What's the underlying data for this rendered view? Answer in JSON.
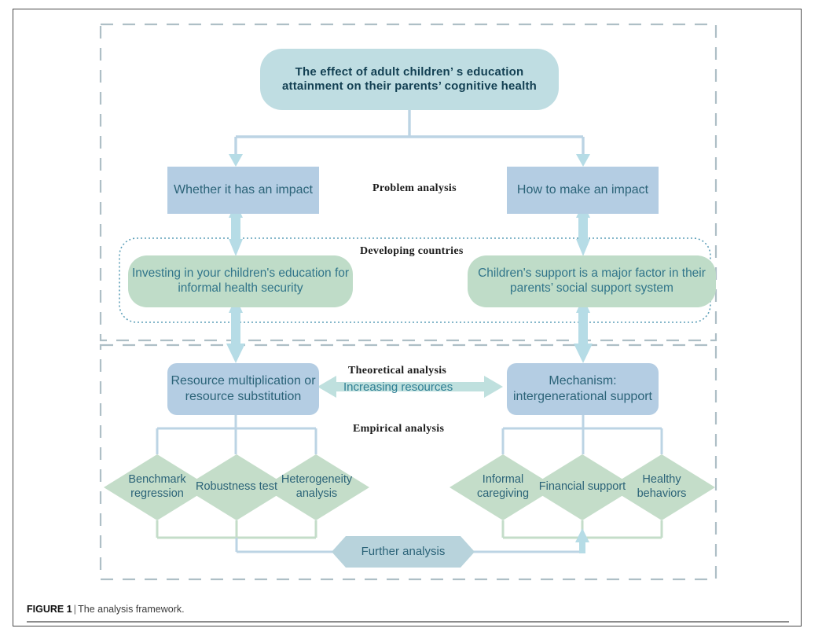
{
  "figure": {
    "caption_label": "FIGURE 1",
    "caption_separator": "|",
    "caption_text": "The analysis framework.",
    "title": "The analysis framework"
  },
  "colors": {
    "title_box_fill": "#bfdde2",
    "blue_box_fill": "#b4cde3",
    "green_box_fill": "#bfdcc8",
    "diamond_fill": "#c4ddc9",
    "hex_fill": "#b8d3dc",
    "arrow_fill": "#b6dce6",
    "connector_blue": "#bcd4e4",
    "connector_green": "#c4ddc9",
    "dashed_border": "#aebfc6",
    "dotted_border": "#5d9fb8",
    "text_teal": "#2b6378",
    "page_border": "#4a4a4a"
  },
  "diagram": {
    "title_node": {
      "id": "title-node",
      "text": "The effect of adult children’ s education attainment on their parents’ cognitive health"
    },
    "problem_row": {
      "note": "Problem analysis",
      "left": {
        "id": "whether-impact",
        "text": "Whether it has an impact"
      },
      "right": {
        "id": "how-impact",
        "text": "How to make an impact"
      }
    },
    "developing_section": {
      "note": "Developing countries",
      "left": {
        "id": "investing-education",
        "text": "Investing in your children's education for informal health security"
      },
      "right": {
        "id": "children-support",
        "text": "Children's support is a major factor in their parents’ social support system"
      }
    },
    "theory_row": {
      "note": "Theoretical analysis",
      "arrow_label": "Increasing resources",
      "left": {
        "id": "resource-multiplication",
        "text": "Resource multiplication or resource substitution"
      },
      "right": {
        "id": "mechanism-support",
        "text": "Mechanism: intergenerational support"
      }
    },
    "empirical": {
      "note": "Empirical analysis",
      "left_diamonds": [
        {
          "id": "benchmark-regression",
          "text": "Benchmark regression"
        },
        {
          "id": "robustness-test",
          "text": "Robustness test"
        },
        {
          "id": "heterogeneity-analysis",
          "text": "Heterogeneity analysis"
        }
      ],
      "right_diamonds": [
        {
          "id": "informal-caregiving",
          "text": "Informal caregiving"
        },
        {
          "id": "financial-support",
          "text": "Financial support"
        },
        {
          "id": "healthy-behaviors",
          "text": "Healthy behaviors"
        }
      ]
    },
    "further": {
      "id": "further-analysis",
      "text": "Further analysis"
    }
  }
}
